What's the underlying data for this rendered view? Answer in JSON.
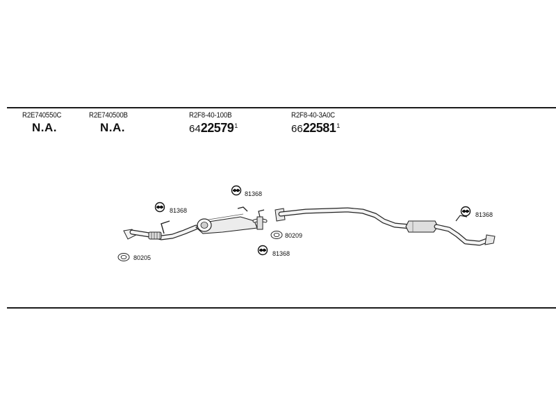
{
  "columns": [
    {
      "oe": "R2E740550C",
      "status": "N.A."
    },
    {
      "oe": "R2E740500B",
      "status": "N.A."
    },
    {
      "oe": "R2F8-40-100B",
      "prefix": "64",
      "number": "22579",
      "sup": "1"
    },
    {
      "oe": "R2F8-40-3A0C",
      "prefix": "66",
      "number": "22581",
      "sup": "1"
    }
  ],
  "part_labels": {
    "hanger_top": "81368",
    "hanger_left": "81368",
    "hanger_right": "81368",
    "hanger_bottom": "81368",
    "gasket_left": "80205",
    "gasket_mid": "80209"
  },
  "icons": {
    "rubber_hanger": "rubber-hanger-icon",
    "gasket": "gasket-ring-icon"
  }
}
